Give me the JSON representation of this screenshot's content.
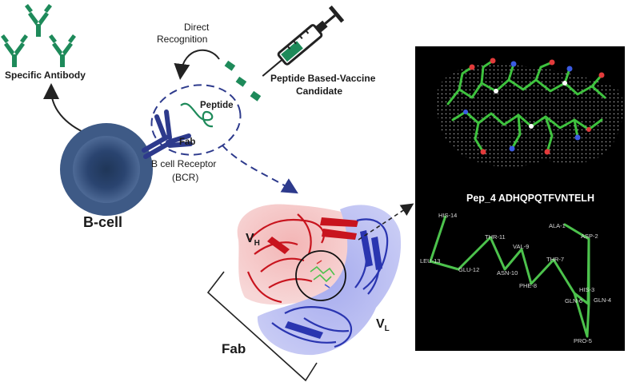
{
  "labels": {
    "specific_antibody": "Specific Antibody",
    "direct_recognition_line1": "Direct",
    "direct_recognition_line2": "Recognition",
    "peptide_vaccine_line1": "Peptide Based-Vaccine",
    "peptide_vaccine_line2": "Candidate",
    "peptide": "Peptide",
    "fab_small": "Fab",
    "bcr_line1": "B cell Receptor",
    "bcr_line2": "(BCR)",
    "b_cell": "B-cell",
    "vh_main": "V",
    "vh_sub": "H",
    "vl_main": "V",
    "vl_sub": "L",
    "fab_large": "Fab",
    "pep_title": "Pep_4 ADHQPQTFVNTELH"
  },
  "residues": [
    {
      "id": "r1",
      "label": "ALA-1"
    },
    {
      "id": "r2",
      "label": "ASP-2"
    },
    {
      "id": "r3",
      "label": "HIS-3"
    },
    {
      "id": "r4",
      "label": "GLN-4"
    },
    {
      "id": "r5",
      "label": "PRO-5"
    },
    {
      "id": "r6",
      "label": "GLN-6"
    },
    {
      "id": "r7",
      "label": "THR-7"
    },
    {
      "id": "r8",
      "label": "PHE-8"
    },
    {
      "id": "r9",
      "label": "VAL-9"
    },
    {
      "id": "r10",
      "label": "ASN-10"
    },
    {
      "id": "r11",
      "label": "THR-11"
    },
    {
      "id": "r12",
      "label": "GLU-12"
    },
    {
      "id": "r13",
      "label": "LEU-13"
    },
    {
      "id": "r14",
      "label": "HIS-14"
    }
  ],
  "colors": {
    "antibody_green": "#1e8a5a",
    "bcr_blue": "#2d3a8c",
    "cell_blue": "#3e5a86",
    "heavy_chain_red": "#c8141e",
    "light_chain_blue": "#2a35b0",
    "backbone_green": "#4cc24c",
    "panel_black": "#000000"
  }
}
